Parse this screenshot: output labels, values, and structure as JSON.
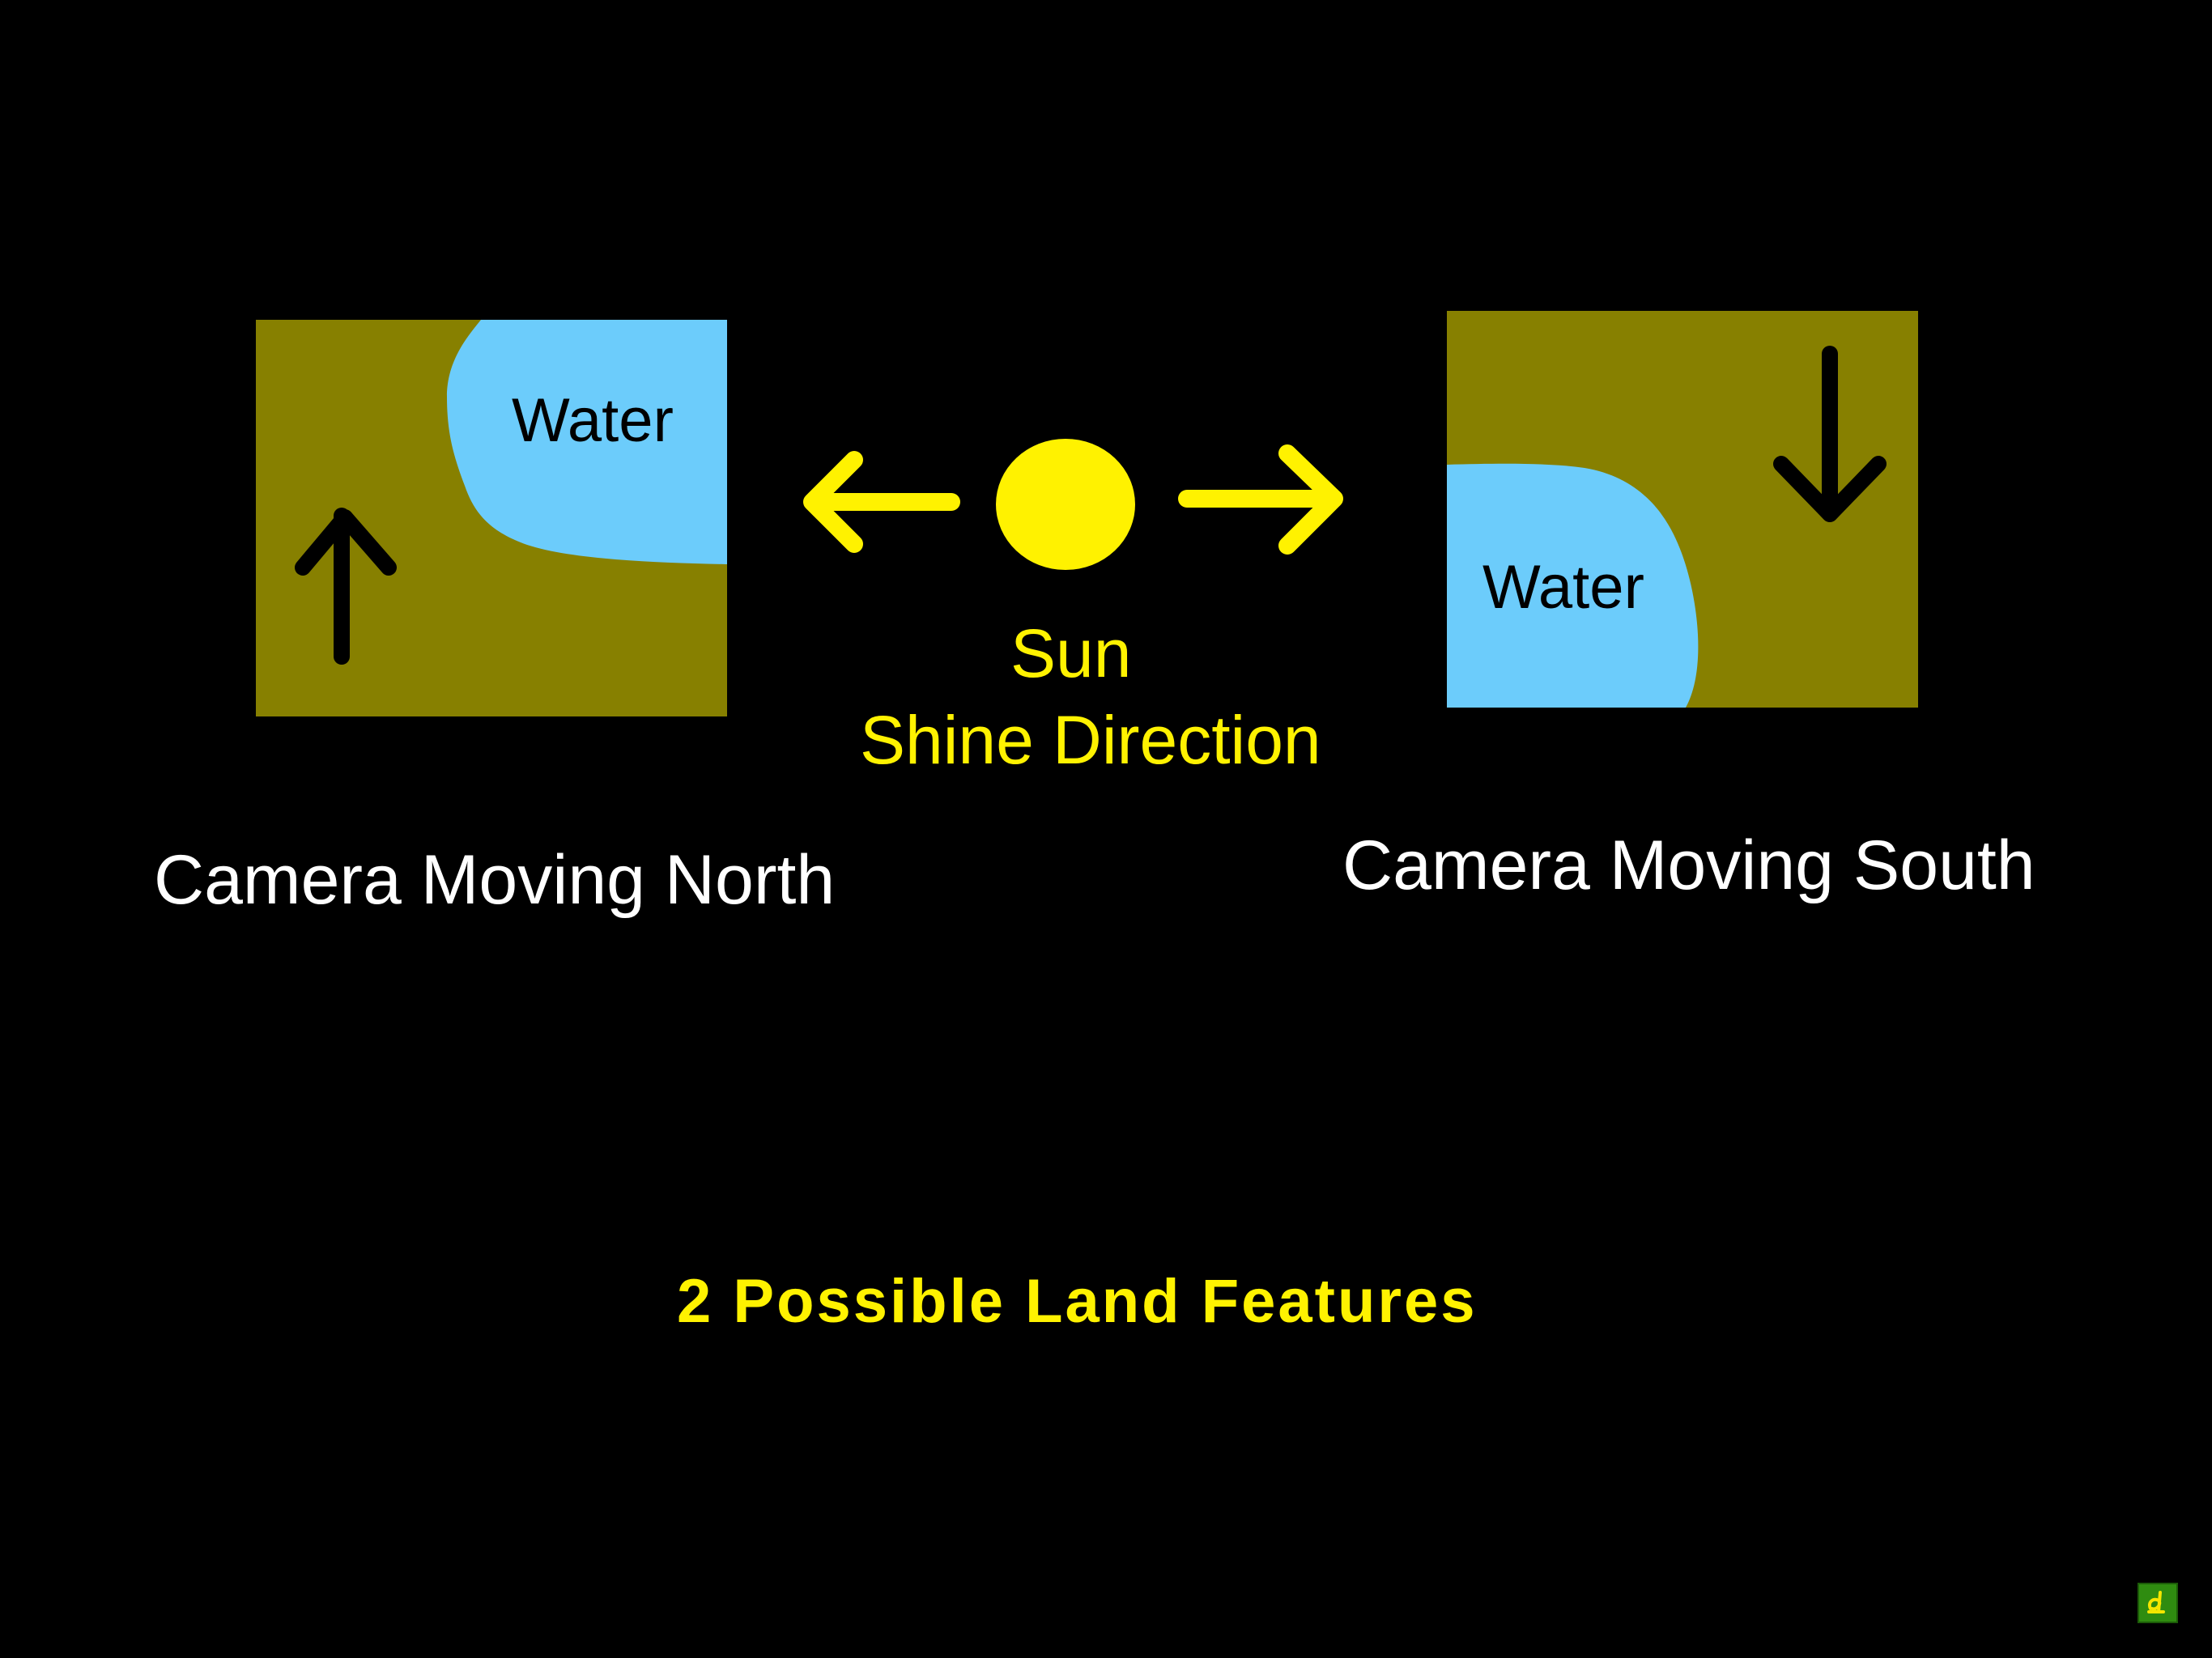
{
  "left_panel": {
    "water_label": "Water",
    "caption": "Camera Moving North",
    "arrow_icon": "arrow-up-icon"
  },
  "right_panel": {
    "water_label": "Water",
    "caption": "Camera Moving South",
    "arrow_icon": "arrow-down-icon"
  },
  "sun": {
    "label_line1": "Sun",
    "label_line2": "Shine Direction",
    "icon": "sun-icon",
    "arrow_icons": [
      "arrow-left-icon",
      "arrow-right-icon"
    ]
  },
  "bottom_title": "2 Possible Land Features",
  "badge_icon": "logo-icon",
  "colors": {
    "background": "#000000",
    "land": "#878000",
    "water": "#6cccfb",
    "sun": "#fff200",
    "caption": "#ffffff",
    "arrow": "#000000"
  }
}
